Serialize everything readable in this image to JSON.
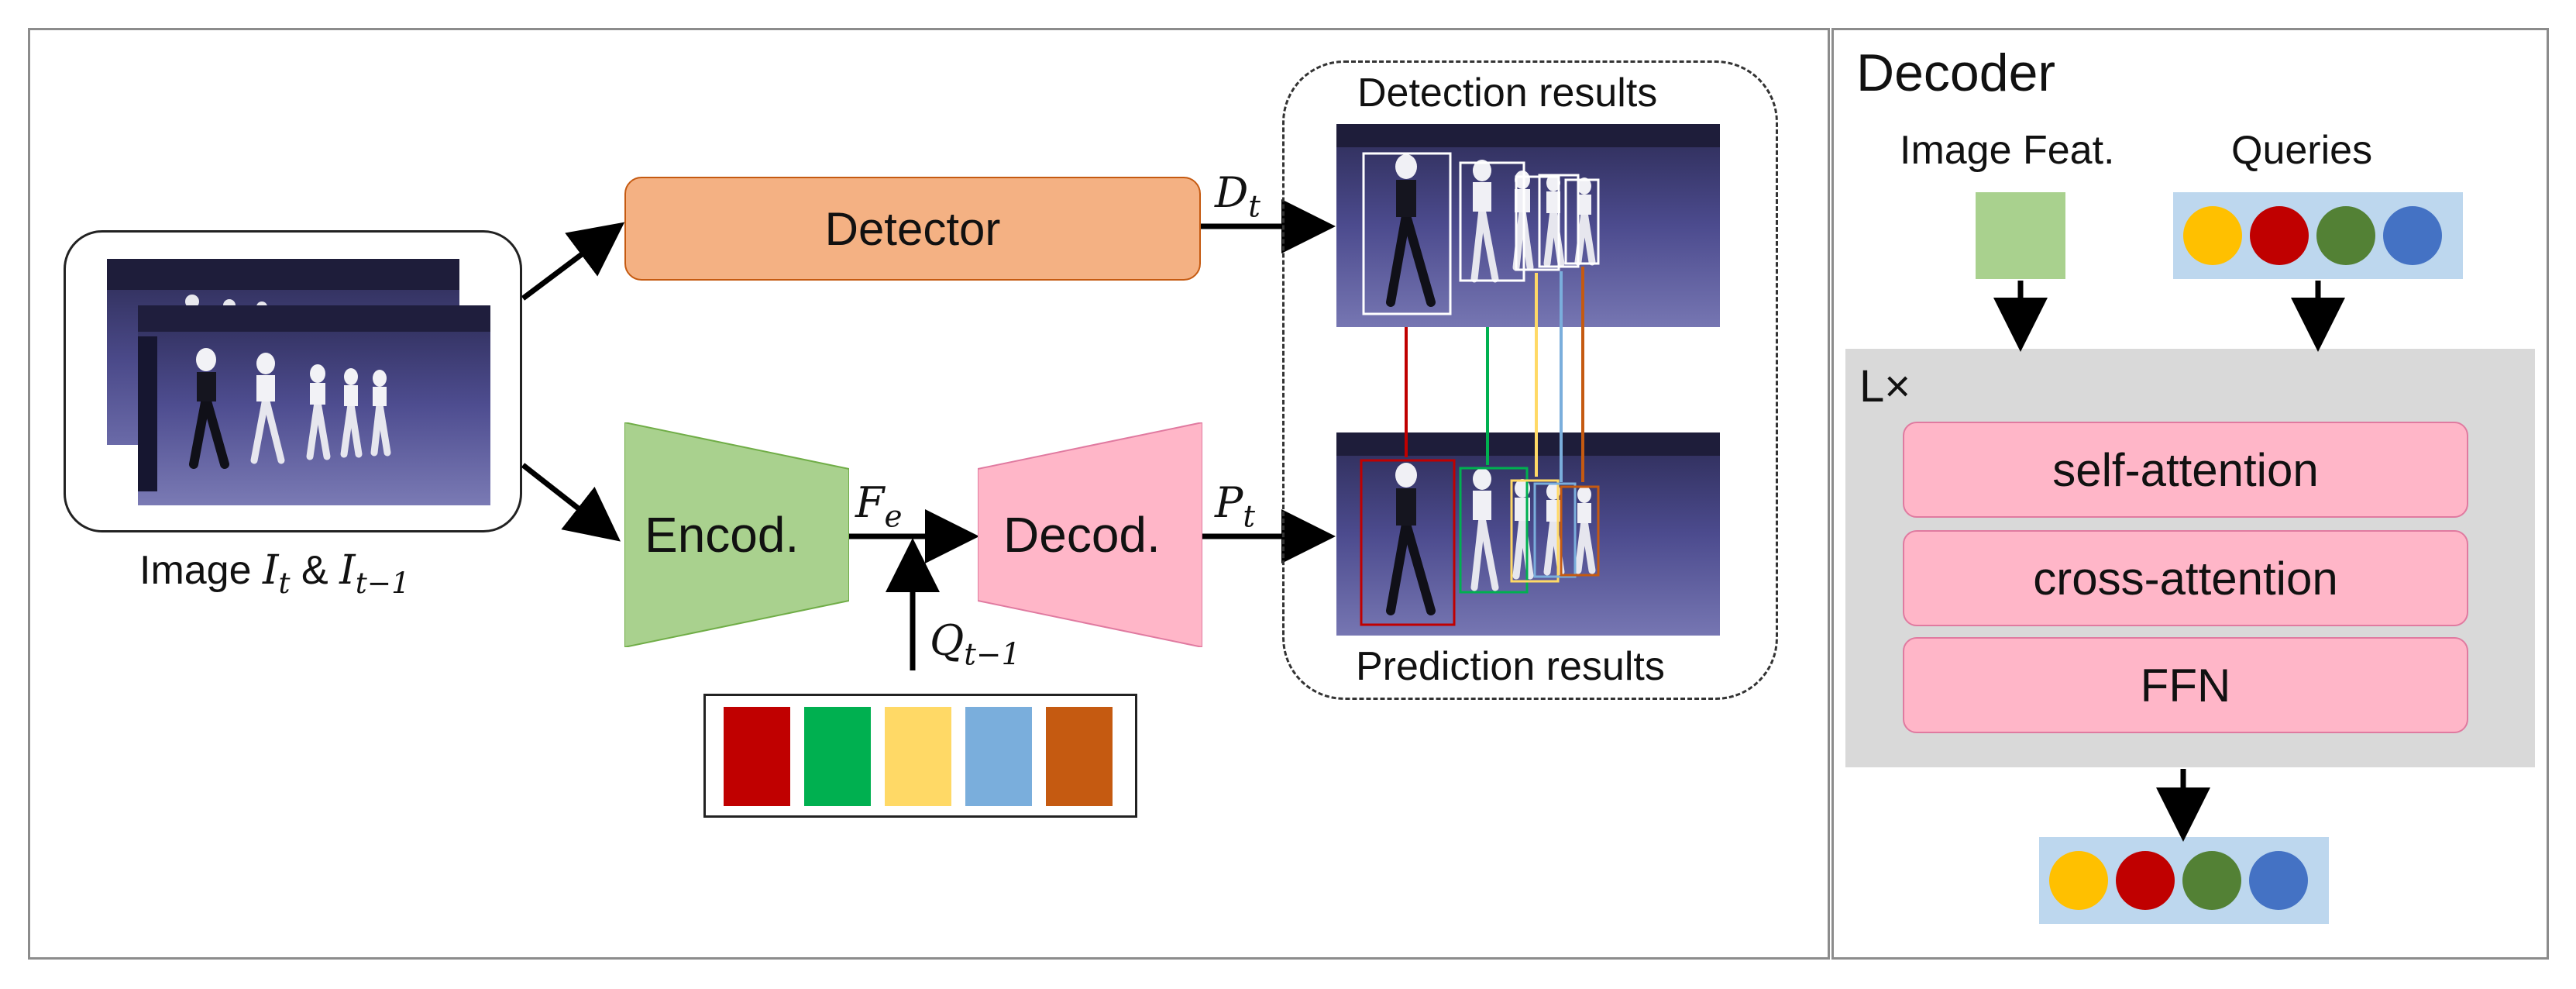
{
  "pipeline": {
    "input_caption": {
      "prefix": "Image ",
      "var1": "I",
      "sub1": "t",
      "amp": " & ",
      "var2": "I",
      "sub2": "t−1"
    },
    "detector_label": "Detector",
    "encoder_label": "Encod.",
    "decoder_label": "Decod.",
    "dt_label": {
      "var": "D",
      "sub": "t"
    },
    "fe_label": {
      "var": "F",
      "sub": "e"
    },
    "pt_label": {
      "var": "P",
      "sub": "t"
    },
    "q_label": {
      "var": "Q",
      "sub": "t−1"
    },
    "detection_title": "Detection results",
    "prediction_title": "Prediction results",
    "query_colors": [
      "#c00000",
      "#00b050",
      "#ffd966",
      "#7aaedc",
      "#c55a11"
    ]
  },
  "decoder_panel": {
    "title": "Decoder",
    "image_feat_label": "Image Feat.",
    "queries_label": "Queries",
    "repeat_label": "L×",
    "layers": [
      "self-attention",
      "cross-attention",
      "FFN"
    ],
    "query_circle_colors": [
      "#ffc000",
      "#c00000",
      "#538135",
      "#4472c4"
    ],
    "output_circle_colors": [
      "#ffc000",
      "#c00000",
      "#538135",
      "#4472c4"
    ]
  },
  "colors": {
    "detector_fill": "#f4b183",
    "encoder_fill": "#a9d18e",
    "decoder_fill": "#ffb6c8",
    "layer_fill": "#ffb6c8",
    "image_feat_fill": "#a9d18e",
    "query_strip_fill": "#bdd7ee",
    "repeat_block_fill": "#d9d9d9"
  }
}
